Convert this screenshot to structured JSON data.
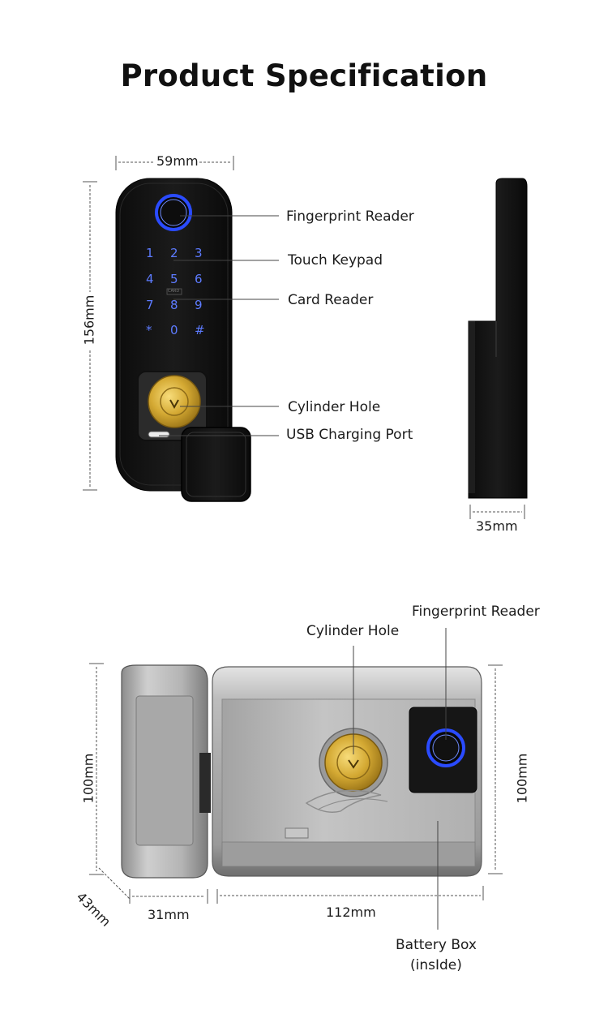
{
  "page": {
    "title": "Product Specification"
  },
  "front_lock": {
    "dimensions": {
      "width": "59mm",
      "height": "156mm"
    },
    "keypad_keys": [
      "1",
      "2",
      "3",
      "4",
      "5",
      "6",
      "7",
      "8",
      "9",
      "*",
      "0",
      "#"
    ],
    "card_tag": "CARD",
    "callouts": {
      "fingerprint": "Fingerprint Reader",
      "keypad": "Touch Keypad",
      "card": "Card Reader",
      "cylinder": "Cylinder Hole",
      "usb": "USB Charging Port"
    }
  },
  "side_lock": {
    "dimensions": {
      "depth": "35mm"
    }
  },
  "rim_lock": {
    "dimensions": {
      "height_left": "100mm",
      "height_right": "100mm",
      "depth": "43mm",
      "keeper_width": "31mm",
      "body_width": "112mm"
    },
    "callouts": {
      "cylinder": "Cylinder Hole",
      "fingerprint": "Fingerprint Reader",
      "battery_line1": "Battery Box",
      "battery_line2": "(insIde)"
    }
  },
  "colors": {
    "lock_black": "#111111",
    "keypad_blue": "#4a6cff",
    "brass": "#c9a02a",
    "steel": "#b8b8b8"
  }
}
